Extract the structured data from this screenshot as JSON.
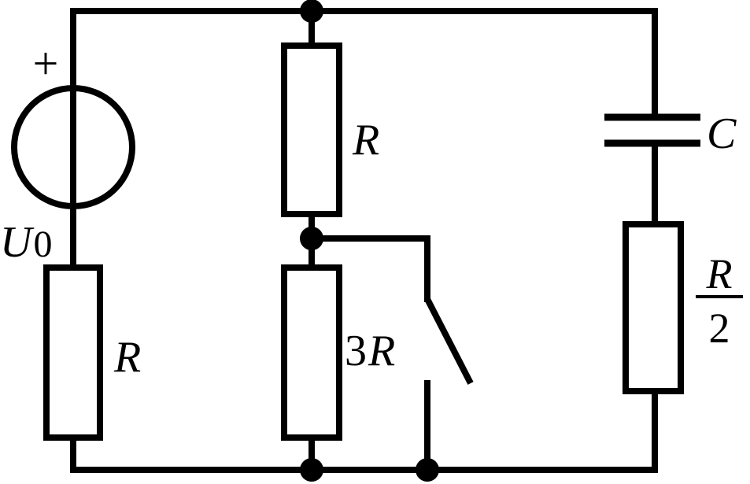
{
  "source": {
    "symbol": "U",
    "subscript": "0",
    "polarity": "+"
  },
  "resistors": {
    "left": {
      "letter": "R"
    },
    "middle_top": {
      "letter": "R"
    },
    "middle_bottom": {
      "coefficient": "3",
      "letter": "R"
    },
    "right": {
      "numerator": "R",
      "denominator": "2"
    }
  },
  "capacitor": {
    "letter": "C"
  }
}
